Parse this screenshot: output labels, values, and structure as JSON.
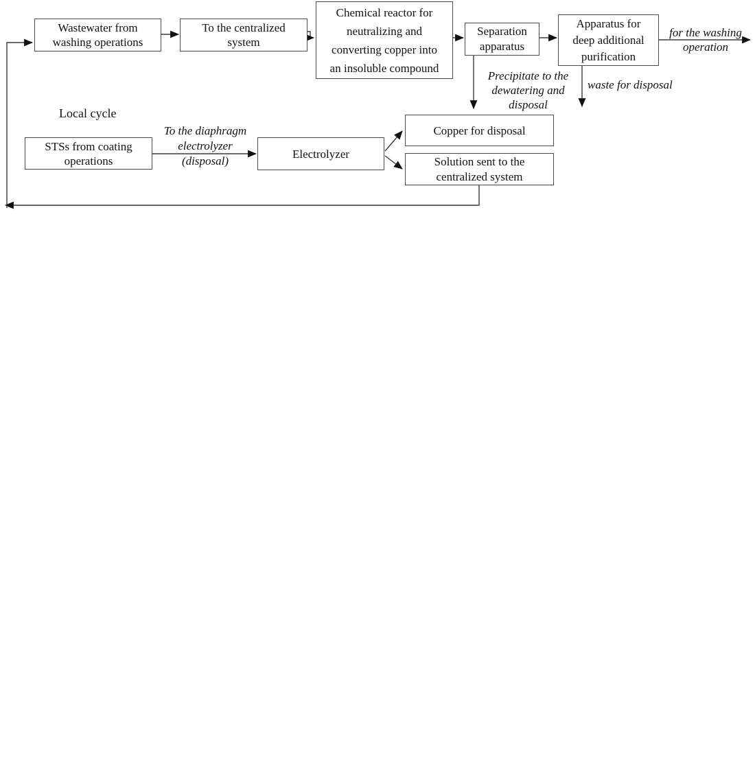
{
  "diagram": {
    "colors": {
      "background": "#ffffff",
      "box_border": "#4a4a4a",
      "line": "#3a3a3a",
      "arrowhead": "#111111",
      "text": "#111111"
    },
    "nodes": {
      "wastewater": {
        "label": [
          "Wastewater from",
          "washing operations"
        ]
      },
      "centralized": {
        "label": [
          "To the centralized",
          "system"
        ]
      },
      "reactor": {
        "label": [
          "Chemical reactor for",
          "neutralizing and",
          "converting copper into",
          "an insoluble compound"
        ]
      },
      "separation": {
        "label": [
          "Separation",
          "apparatus"
        ]
      },
      "purification": {
        "label": [
          "Apparatus for",
          "deep additional",
          "purification"
        ]
      },
      "stss": {
        "label": [
          "STSs from coating",
          "operations"
        ]
      },
      "electrolyzer": {
        "label": "Electrolyzer"
      },
      "copper": {
        "label": "Copper for disposal"
      },
      "solution": {
        "label": [
          "Solution sent to the",
          "centralized system"
        ]
      }
    },
    "annotations": {
      "local_cycle": "Local cycle",
      "diaphragm": [
        "To the diaphragm",
        "electrolyzer",
        "(disposal)"
      ],
      "precipitate": [
        "Precipitate to the",
        "dewatering and",
        "disposal"
      ],
      "waste": "waste for disposal",
      "washing": [
        "for the washing",
        "operation"
      ]
    },
    "edges": [
      {
        "from": "wastewater",
        "to": "centralized"
      },
      {
        "from": "centralized",
        "to": "reactor"
      },
      {
        "from": "reactor",
        "to": "separation"
      },
      {
        "from": "separation",
        "to": "purification"
      },
      {
        "from": "purification",
        "to": "washing-operation-output",
        "label": "for the washing operation"
      },
      {
        "from": "separation",
        "to": "copper",
        "label": "Precipitate to the dewatering and disposal"
      },
      {
        "from": "purification",
        "to": "waste-output",
        "label": "waste for disposal"
      },
      {
        "from": "stss",
        "to": "electrolyzer",
        "label": "To the diaphragm electrolyzer (disposal)"
      },
      {
        "from": "electrolyzer",
        "to": "copper"
      },
      {
        "from": "electrolyzer",
        "to": "solution"
      },
      {
        "from": "solution",
        "to": "wastewater",
        "label": "Local cycle"
      }
    ]
  }
}
